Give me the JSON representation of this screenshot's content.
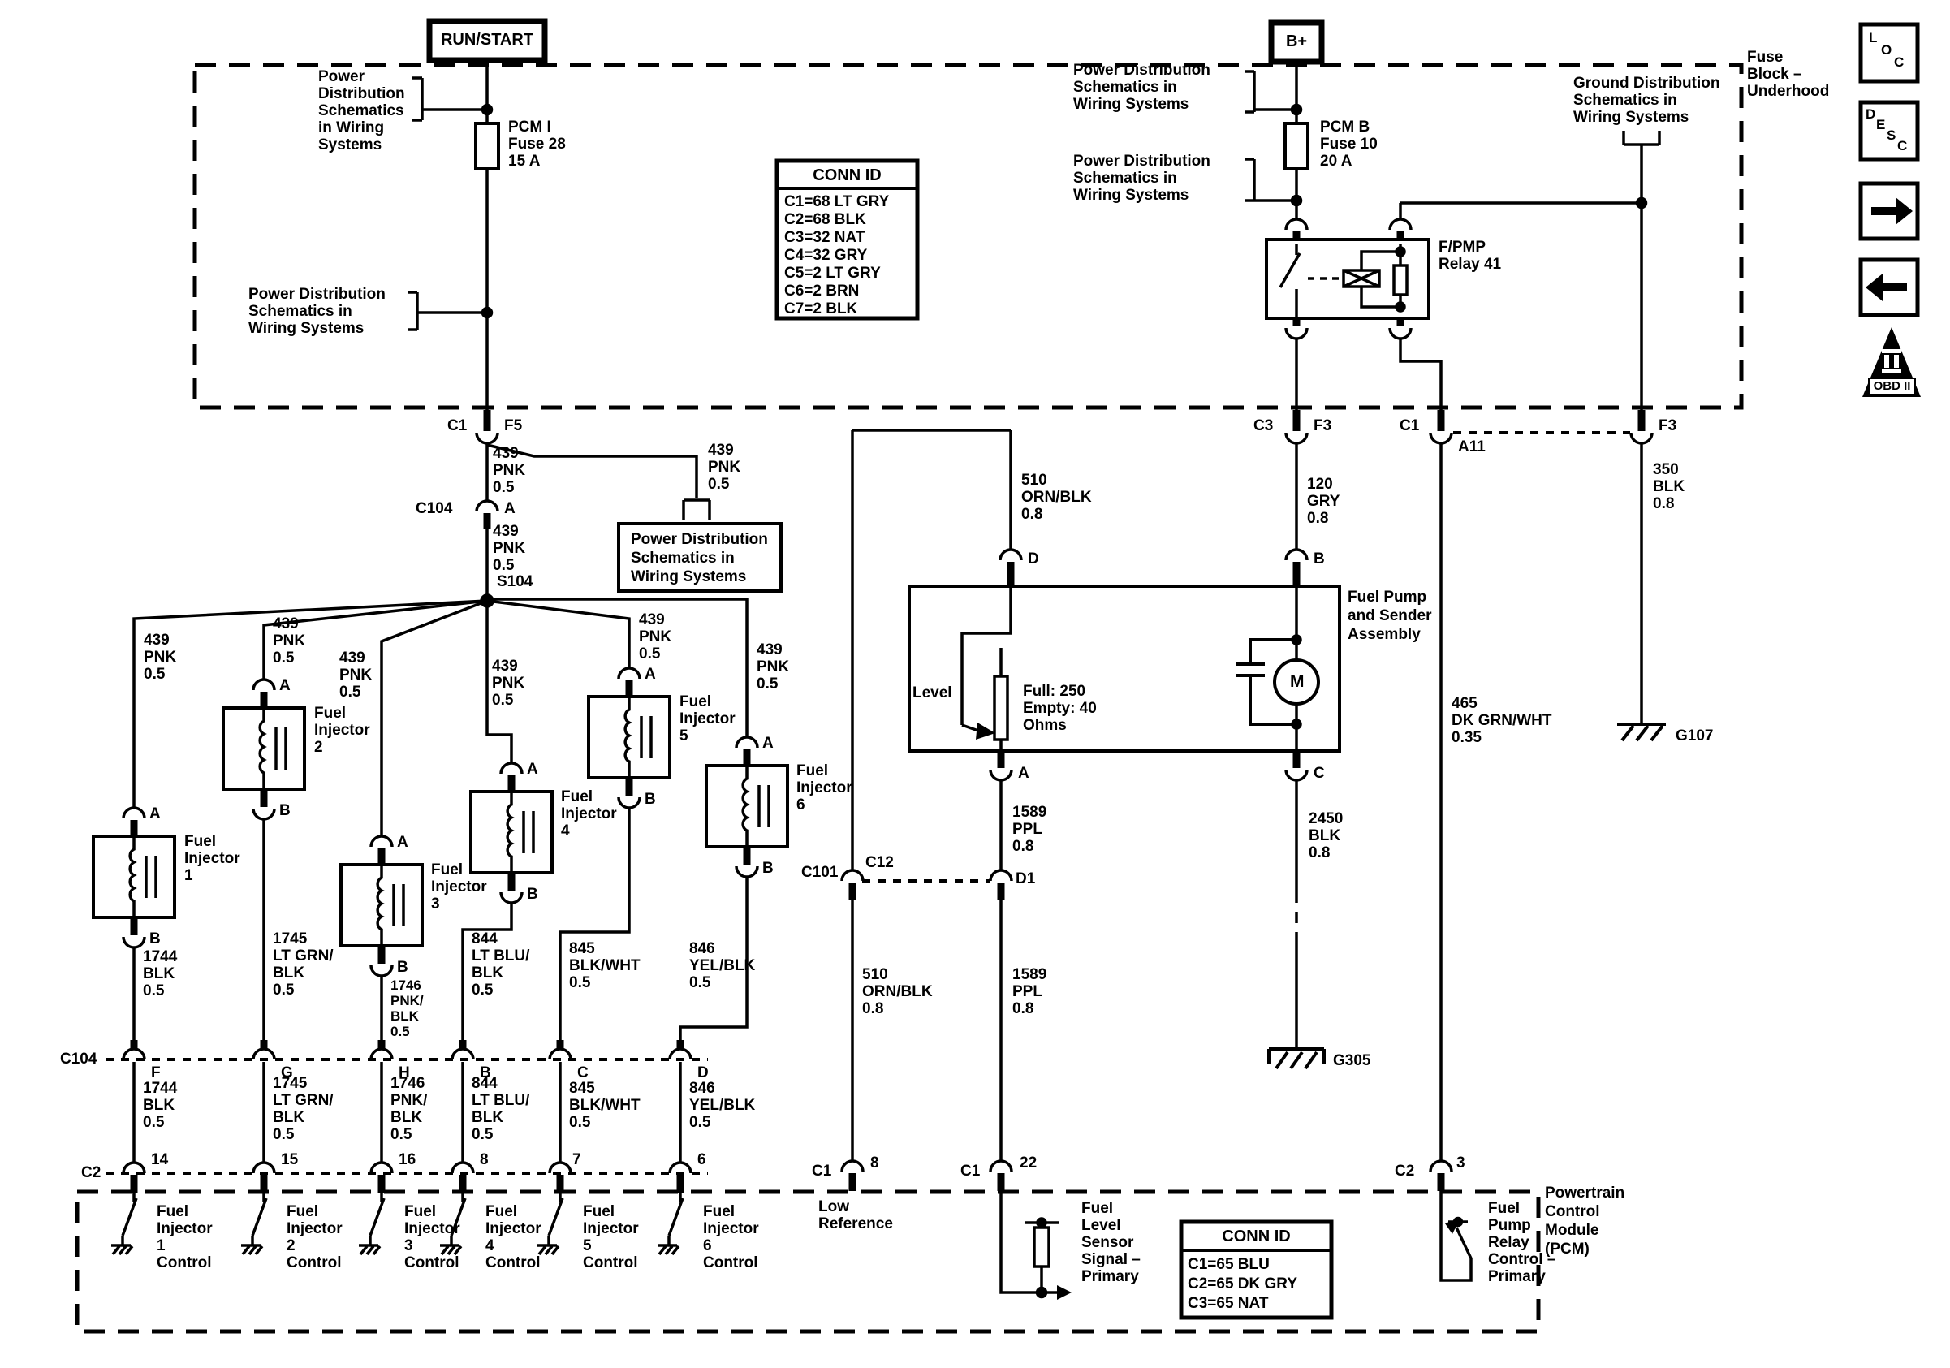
{
  "titles": {
    "run_start": "RUN/START",
    "b_plus": "B+",
    "fuse_block": "Fuse\nBlock –\nUnderhood"
  },
  "refs": {
    "pd5": "Power\nDistribution\nSchematics\nin Wiring\nSystems",
    "pd3": "Power Distribution\nSchematics in\nWiring Systems",
    "gd3": "Ground Distribution\nSchematics in\nWiring Systems"
  },
  "fuses": {
    "pcm_i": "PCM I\nFuse 28\n15 A",
    "pcm_b": "PCM B\nFuse 10\n20 A"
  },
  "relay": {
    "label": "F/PMP\nRelay 41"
  },
  "conn_id_top": {
    "title": "CONN ID",
    "rows": "C1=68 LT GRY\nC2=68 BLK\nC3=32 NAT\nC4=32 GRY\nC5=2 LT GRY\nC6=2 BRN\nC7=2 BLK"
  },
  "conn_id_bottom": {
    "title": "CONN ID",
    "rows": "C1=65 BLU\nC2=65 DK GRY\nC3=65 NAT"
  },
  "wires": {
    "pnk": "439\nPNK\n0.5",
    "blk1744": "1744\nBLK\n0.5",
    "grn1745": "1745\nLT GRN/\nBLK\n0.5",
    "pnk1746": "1746\nPNK/\nBLK\n0.5",
    "blu844": "844\nLT BLU/\nBLK\n0.5",
    "wht845": "845\nBLK/WHT\n0.5",
    "yel846": "846\nYEL/BLK\n0.5",
    "orn510": "510\nORN/BLK\n0.8",
    "gry120": "120\nGRY\n0.8",
    "ppl1589": "1589\nPPL\n0.8",
    "blk2450": "2450\nBLK\n0.8",
    "blk350": "350\nBLK\n0.8",
    "grn465": "465\nDK GRN/WHT\n0.35"
  },
  "conn": {
    "c1": "C1",
    "f5": "F5",
    "c104": "C104",
    "a": "A",
    "b": "B",
    "c": "C",
    "d": "D",
    "s104": "S104",
    "c3": "C3",
    "f3": "F3",
    "a11": "A11",
    "c101": "C101",
    "c12": "C12",
    "d1": "D1",
    "c2": "C2",
    "p8": "8",
    "p22": "22",
    "p3": "3",
    "g305": "G305",
    "g107": "G107",
    "pins_c104": [
      "F",
      "G",
      "H",
      "B",
      "C",
      "D"
    ],
    "pins_c2": [
      "14",
      "15",
      "16",
      "8",
      "7",
      "6"
    ]
  },
  "inj": {
    "i1": "Fuel\nInjector\n1",
    "i2": "Fuel\nInjector\n2",
    "i3": "Fuel\nInjector\n3",
    "i4": "Fuel\nInjector\n4",
    "i5": "Fuel\nInjector\n5",
    "i6": "Fuel\nInjector\n6"
  },
  "pump": {
    "label": "Fuel Pump\nand Sender\nAssembly",
    "level": "Level",
    "ohms": "Full: 250\nEmpty: 40\nOhms",
    "motor": "M"
  },
  "pcm": {
    "label": "Powertrain\nControl\nModule\n(PCM)",
    "low_ref": "Low\nReference",
    "fls": "Fuel\nLevel\nSensor\nSignal –\nPrimary",
    "fpr": "Fuel\nPump\nRelay\nControl –\nPrimary",
    "drivers": [
      "Fuel\nInjector\n1\nControl",
      "Fuel\nInjector\n2\nControl",
      "Fuel\nInjector\n3\nControl",
      "Fuel\nInjector\n4\nControl",
      "Fuel\nInjector\n5\nControl",
      "Fuel\nInjector\n6\nControl"
    ]
  },
  "panel": {
    "loc": "LOC",
    "desc": "DESC",
    "obd": "OBD II"
  }
}
